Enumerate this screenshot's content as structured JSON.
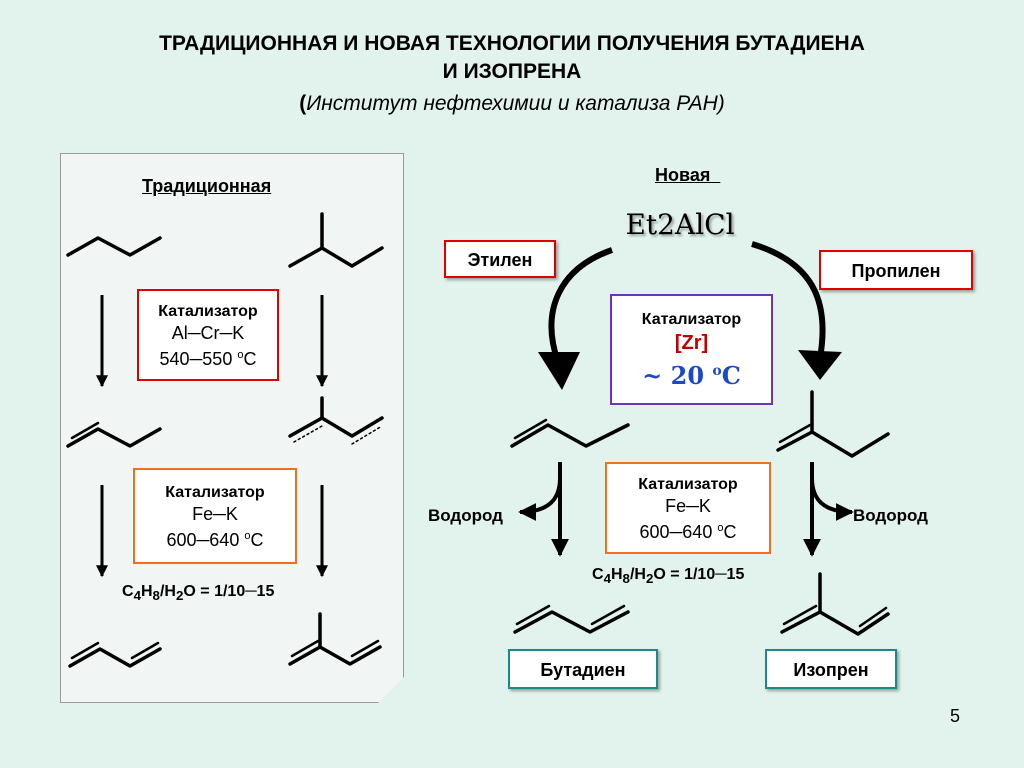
{
  "title": {
    "line1": "ТРАДИЦИОННАЯ И НОВАЯ ТЕХНОЛОГИИ ПОЛУЧЕНИЯ БУТАДИЕНА",
    "line2": "И ИЗОПРЕНА",
    "subtitle_open": "(",
    "subtitle_text": "Институт нефтехимии и катализа РАН)"
  },
  "traditional": {
    "heading": "Традиционная",
    "catalyst1": {
      "label": "Катализатор",
      "line1": "Al─Cr─K",
      "temp": "540─550",
      "unit_sup": "o",
      "unit": "C"
    },
    "catalyst2": {
      "label": "Катализатор",
      "line1": "Fe─K",
      "temp": "600─640",
      "unit_sup": "o",
      "unit": "C"
    },
    "ratio": {
      "c": "C",
      "s1": "4",
      "h": "H",
      "s2": "8",
      "rest1": "/H",
      "s3": "2",
      "rest2": "O = 1/10─15"
    }
  },
  "new": {
    "heading": "Новая  ",
    "reagent": "Et2AlCl",
    "ethylene": "Этилен",
    "propylene": "Пропилен",
    "zr_catalyst": {
      "label": "Катализатор",
      "metal": "[Zr]",
      "temp": "~ 20 ",
      "unit_sup": "o",
      "unit": "C"
    },
    "fe_catalyst": {
      "label": "Катализатор",
      "line1": "Fe─K",
      "temp": "600─640",
      "unit_sup": "o",
      "unit": "C"
    },
    "hydrogen_left": "Водород",
    "hydrogen_right": "Водород",
    "ratio": {
      "c": "C",
      "s1": "4",
      "h": "H",
      "s2": "8",
      "rest1": "/H",
      "s3": "2",
      "rest2": "O = 1/10─15"
    },
    "butadiene": "Бутадиен",
    "isoprene": "Изопрен"
  },
  "colors": {
    "red": "#e00000",
    "orange": "#f07020",
    "purple": "#7030c0",
    "teal": "#1a8a88",
    "blue_temp": "#1f48c8"
  },
  "page_number": "5"
}
